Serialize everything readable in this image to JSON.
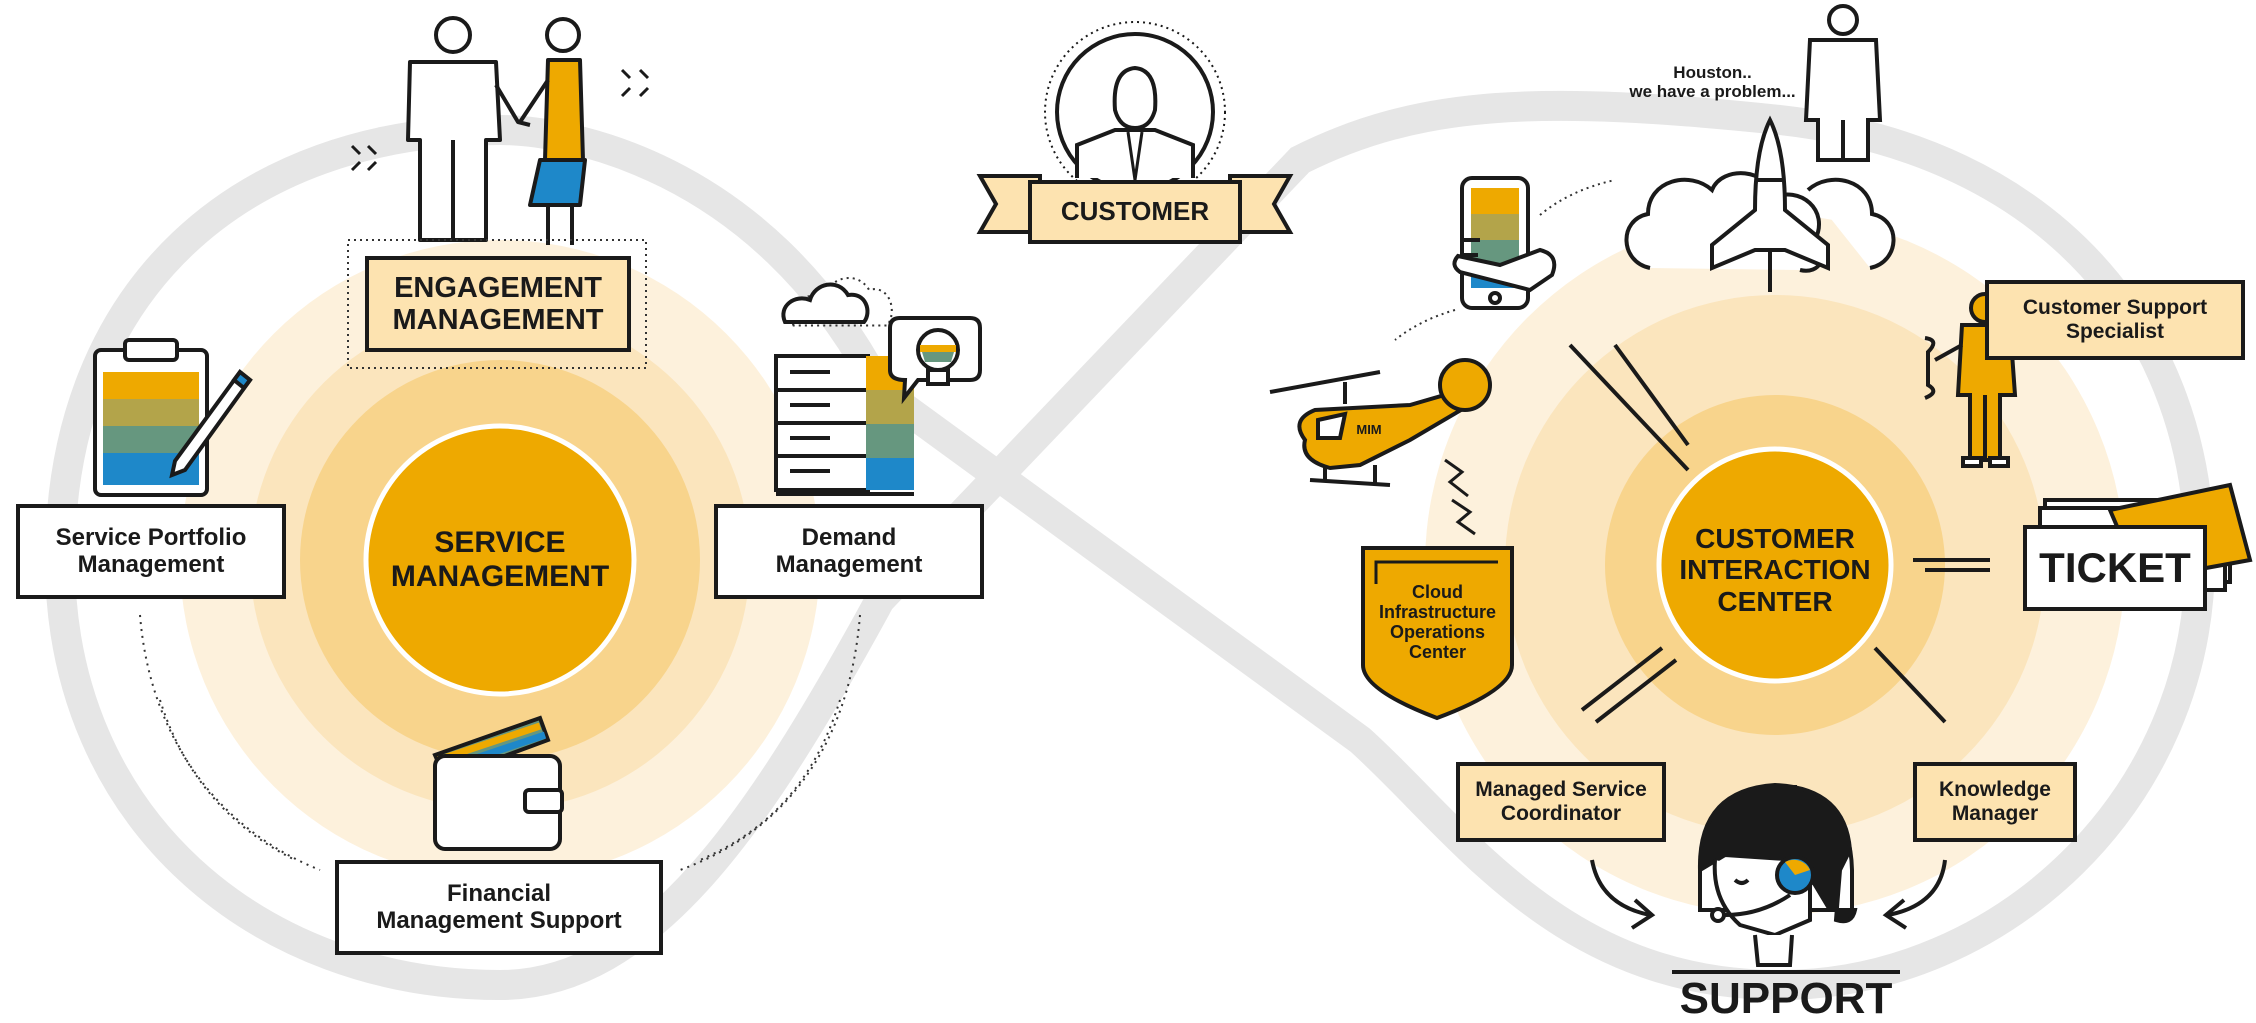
{
  "colors": {
    "accent": "#eea900",
    "light_halo": "#fbe4b8",
    "box_fill": "#fde3b0",
    "ring_gray": "#e8e8e8",
    "line": "#1a1a1a",
    "stripe_1": "#eea900",
    "stripe_2": "#b3a44a",
    "stripe_3": "#66977f",
    "stripe_4": "#1e88c9"
  },
  "left_cycle": {
    "center": "SERVICE\nMANAGEMENT",
    "engagement": "ENGAGEMENT\nMANAGEMENT",
    "portfolio": "Service Portfolio\nManagement",
    "demand": "Demand\nManagement",
    "financial": "Financial\nManagement Support"
  },
  "customer": {
    "label": "CUSTOMER"
  },
  "right_cycle": {
    "center": "CUSTOMER\nINTERACTION\nCENTER",
    "speech": "Houston..\nwe have a problem...",
    "specialist": "Customer Support\nSpecialist",
    "ticket": "TICKET",
    "cloud_ops": "Cloud\nInfrastructure\nOperations\nCenter",
    "mim": "MIM",
    "coordinator": "Managed Service\nCoordinator",
    "knowledge": "Knowledge\nManager",
    "support": "SUPPORT"
  },
  "icons": [
    "handshake-icon",
    "sparkle-icon",
    "clipboard-icon",
    "pencil-icon",
    "cloud-icon",
    "server-icon",
    "lightbulb-icon",
    "wallet-icon",
    "customer-avatar-icon",
    "smartphone-icon",
    "rocket-icon",
    "astronaut-icon",
    "helicopter-icon",
    "lightning-icon",
    "mechanic-icon",
    "ticket-icon",
    "headset-agent-icon"
  ]
}
